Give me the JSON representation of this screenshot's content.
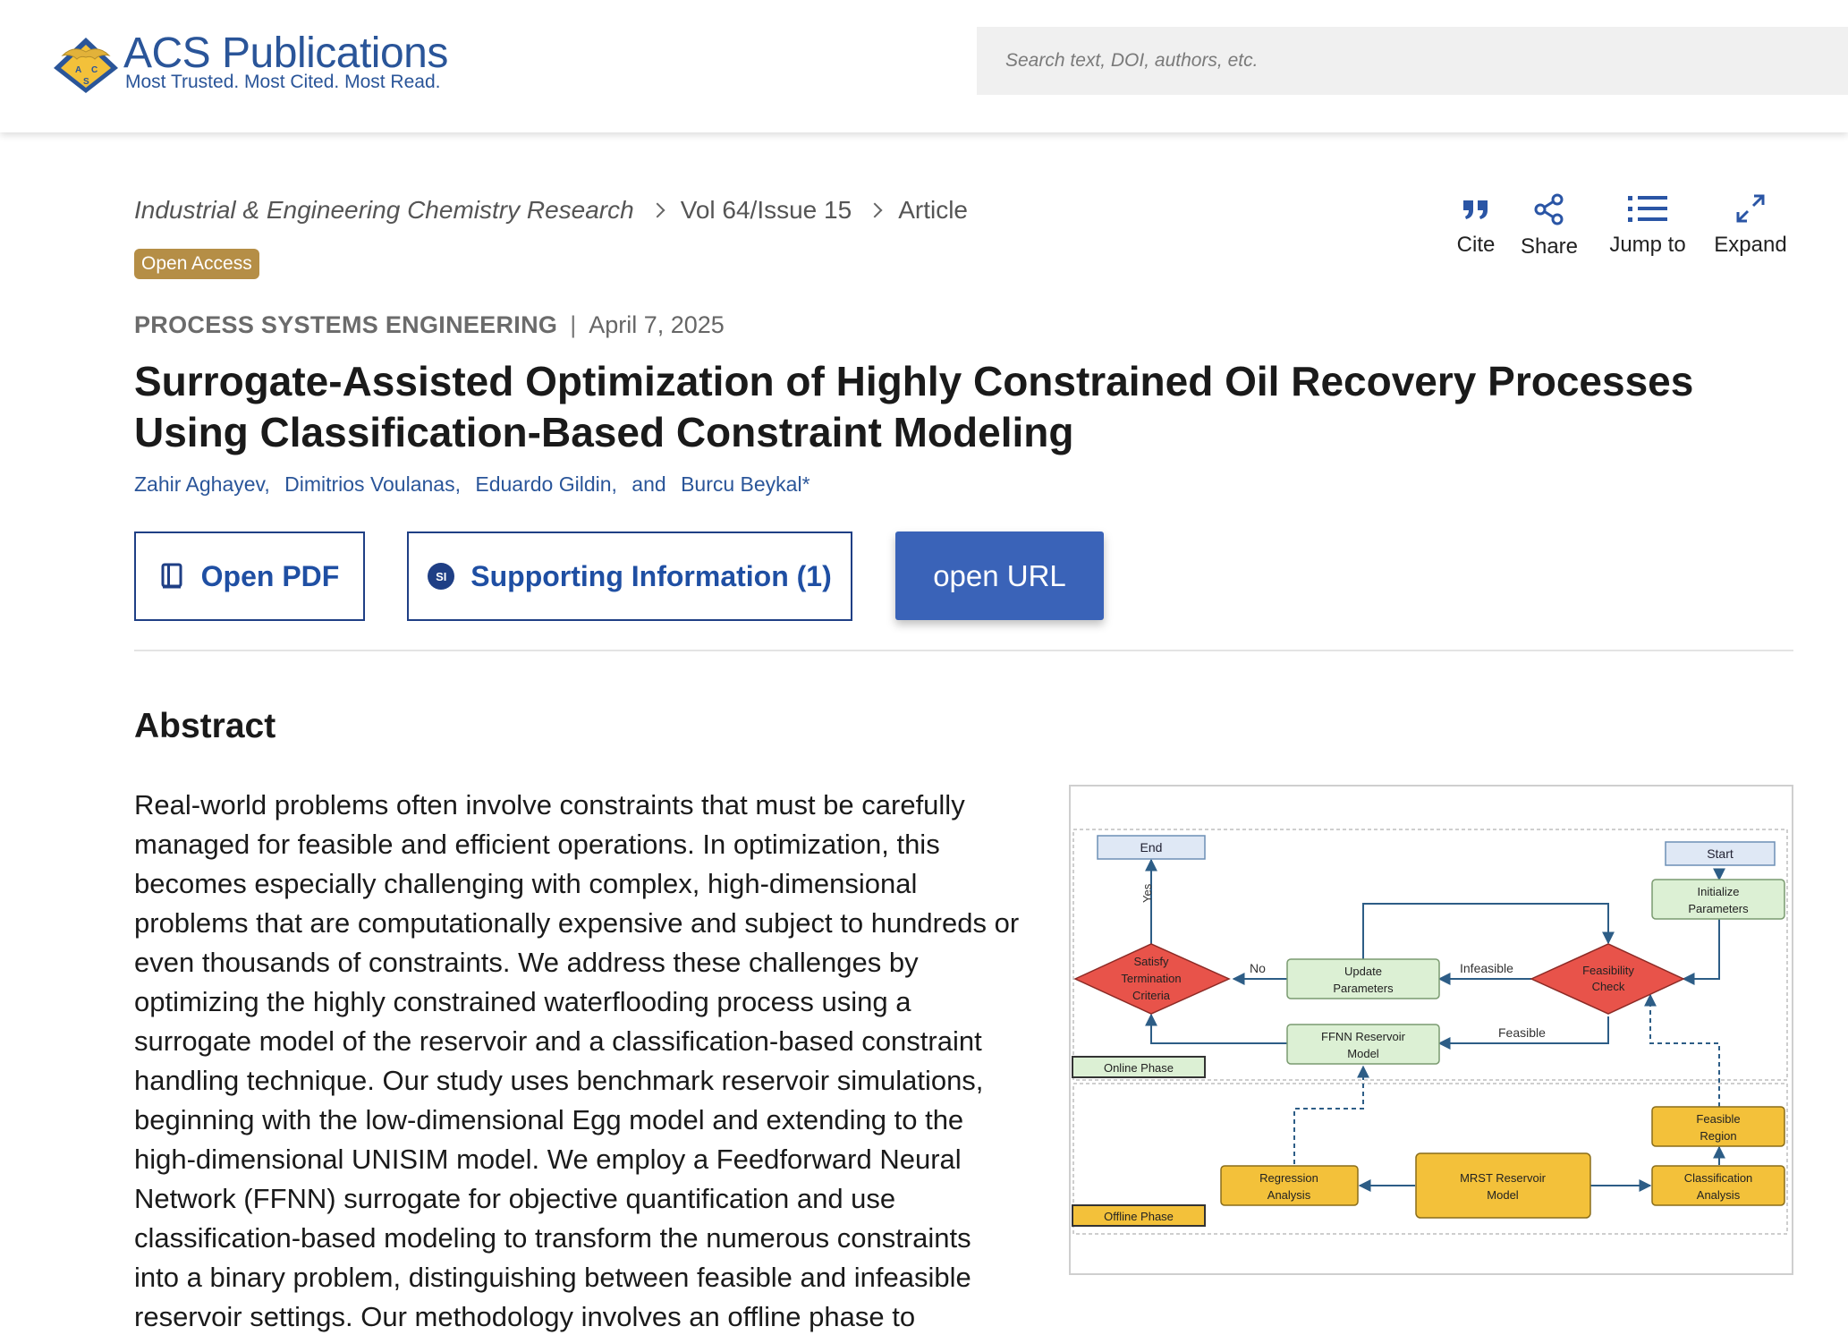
{
  "header": {
    "logo_name": "ACS Publications",
    "logo_tagline": "Most Trusted. Most Cited. Most Read.",
    "logo_seal_letters": "ACS",
    "search_placeholder": "Search text, DOI, authors, etc."
  },
  "breadcrumb": {
    "journal": "Industrial & Engineering Chemistry Research",
    "volume": "Vol 64/Issue 15",
    "type": "Article"
  },
  "access_badge": "Open Access",
  "tools": [
    {
      "label": "Cite",
      "icon": "quote-icon"
    },
    {
      "label": "Share",
      "icon": "share-icon"
    },
    {
      "label": "Jump to",
      "icon": "list-icon"
    },
    {
      "label": "Expand",
      "icon": "expand-icon"
    }
  ],
  "article": {
    "section": "PROCESS SYSTEMS ENGINEERING",
    "date": "April 7, 2025",
    "title": "Surrogate-Assisted Optimization of Highly Constrained Oil Recovery Processes Using Classification-Based Constraint Modeling",
    "authors": [
      "Zahir Aghayev,",
      "Dimitrios Voulanas,",
      "Eduardo Gildin,",
      "and",
      "Burcu Beykal*"
    ]
  },
  "actions": {
    "pdf_label": "Open PDF",
    "si_badge": "SI",
    "si_label": "Supporting Information (1)",
    "url_label": "open URL"
  },
  "abstract": {
    "heading": "Abstract",
    "text": "Real-world problems often involve constraints that must be carefully managed for feasible and efficient operations. In optimization, this becomes especially challenging with complex, high-dimensional problems that are computationally expensive and subject to hundreds or even thousands of constraints. We address these challenges by optimizing the highly constrained waterflooding process using a surrogate model of the reservoir and a classification-based constraint handling technique. Our study uses benchmark reservoir simulations, beginning with the low-dimensional Egg model and extending to the high-dimensional UNISIM model. We employ a Feedforward Neural Network (FFNN) surrogate for objective quantification and use classification-based modeling to transform the numerous constraints into a binary problem, distinguishing between feasible and infeasible reservoir settings. Our methodology involves an offline phase to"
  },
  "figure": {
    "end": "End",
    "start": "Start",
    "yes": "Yes",
    "no": "No",
    "infeasible": "Infeasible",
    "feasible": "Feasible",
    "satisfy": [
      "Satisfy",
      "Termination",
      "Criteria"
    ],
    "update": [
      "Update",
      "Parameters"
    ],
    "feasibility": [
      "Feasibility",
      "Check"
    ],
    "initialize": [
      "Initialize",
      "Parameters"
    ],
    "ffnn": [
      "FFNN Reservoir",
      "Model"
    ],
    "online_phase": "Online Phase",
    "offline_phase": "Offline Phase",
    "regression": [
      "Regression",
      "Analysis"
    ],
    "mrst": [
      "MRST Reservoir",
      "Model"
    ],
    "classification": [
      "Classification",
      "Analysis"
    ],
    "feasible_region": [
      "Feasible",
      "Region"
    ],
    "colors": {
      "blue_box": "#dfe8f5",
      "green_box": "#dcf0d4",
      "red_diamond": "#e8534a",
      "yellow_box": "#f3c13a"
    }
  }
}
